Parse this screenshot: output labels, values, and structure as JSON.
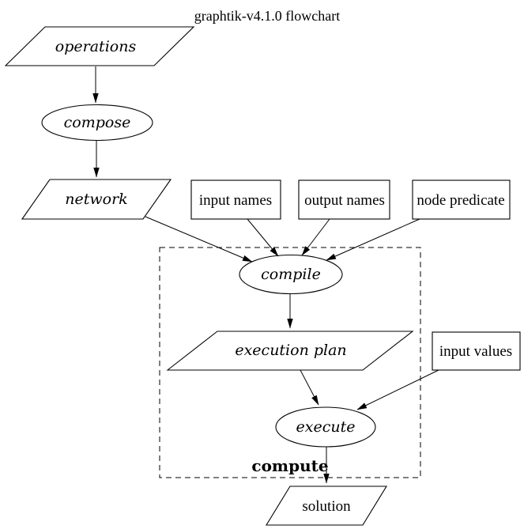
{
  "title": "graphtik-v4.1.0 flowchart",
  "diagram": {
    "background_color": "#ffffff",
    "line_color": "#000000",
    "cluster_compute": {
      "label": "compute",
      "border_style": "dashed"
    },
    "nodes": {
      "operations": {
        "label": "operations",
        "shape": "parallelogram",
        "text_style": "italic"
      },
      "compose": {
        "label": "compose",
        "shape": "ellipse",
        "text_style": "italic"
      },
      "network": {
        "label": "network",
        "shape": "parallelogram",
        "text_style": "italic"
      },
      "input_names": {
        "label": "input names",
        "shape": "rectangle",
        "text_style": "regular"
      },
      "output_names": {
        "label": "output names",
        "shape": "rectangle",
        "text_style": "regular"
      },
      "node_predicate": {
        "label": "node predicate",
        "shape": "rectangle",
        "text_style": "regular"
      },
      "compile": {
        "label": "compile",
        "shape": "ellipse",
        "text_style": "italic"
      },
      "execution_plan": {
        "label": "execution plan",
        "shape": "parallelogram",
        "text_style": "italic"
      },
      "input_values": {
        "label": "input values",
        "shape": "rectangle",
        "text_style": "regular"
      },
      "execute": {
        "label": "execute",
        "shape": "ellipse",
        "text_style": "italic"
      },
      "solution": {
        "label": "solution",
        "shape": "parallelogram",
        "text_style": "regular"
      }
    },
    "edges": [
      {
        "from": "operations",
        "to": "compose"
      },
      {
        "from": "compose",
        "to": "network"
      },
      {
        "from": "network",
        "to": "compile"
      },
      {
        "from": "input_names",
        "to": "compile"
      },
      {
        "from": "output_names",
        "to": "compile"
      },
      {
        "from": "node_predicate",
        "to": "compile"
      },
      {
        "from": "compile",
        "to": "execution_plan"
      },
      {
        "from": "execution_plan",
        "to": "execute"
      },
      {
        "from": "input_values",
        "to": "execute"
      },
      {
        "from": "execute",
        "to": "solution"
      }
    ]
  }
}
